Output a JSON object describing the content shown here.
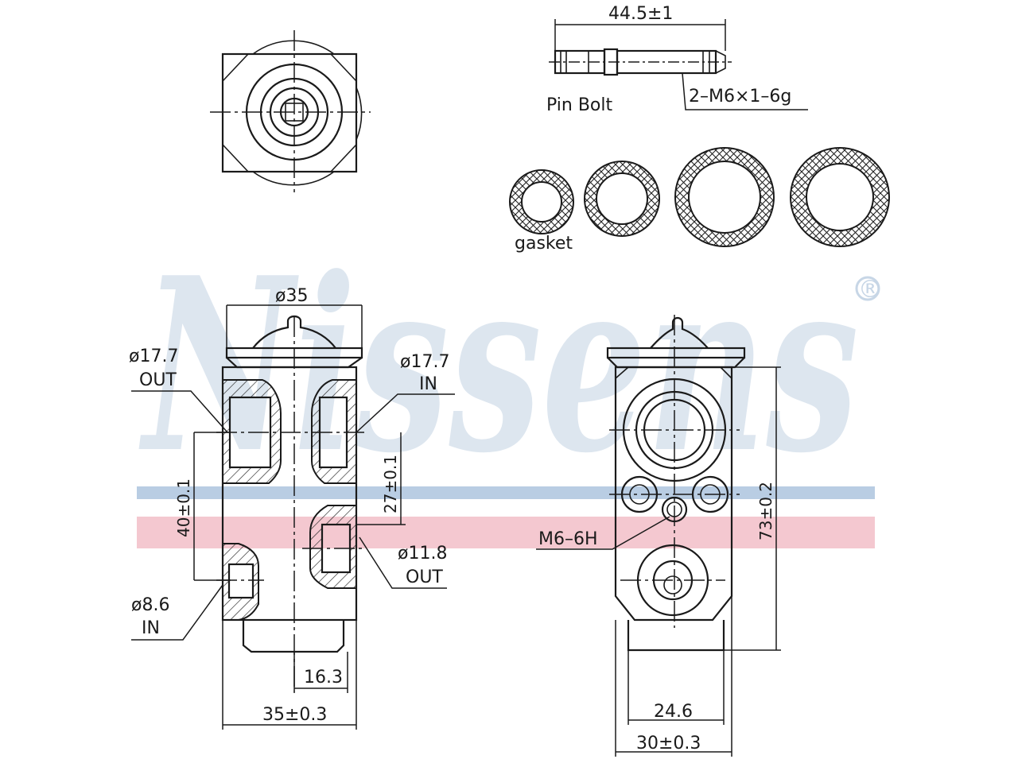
{
  "brand": {
    "watermark": "Nissens",
    "registered_mark": "®",
    "stripe_colors": {
      "blue": "#b9cde3",
      "red": "#f4c8d0",
      "watermark": "#dde6ef"
    }
  },
  "top_view": {},
  "pin_bolt": {
    "length_dim": "44.5±1",
    "name_label": "Pin  Bolt",
    "thread_label": "2–M6×1–6g"
  },
  "gaskets": {
    "label": "gasket",
    "count": 4
  },
  "front_view": {
    "top_diameter": "ø35",
    "out_port_dim": "ø17.7",
    "out_port_label": "OUT",
    "in_port_dim": "ø17.7",
    "in_port_label": "IN",
    "dim_40": "40±0.1",
    "dim_27": "27±0.1",
    "small_out_dim": "ø11.8",
    "small_out_label": "OUT",
    "small_in_dim": "ø8.6",
    "small_in_label": "IN",
    "dim_16": "16.3",
    "width_dim": "35±0.3"
  },
  "side_view": {
    "thread_label": "M6–6H",
    "height_dim": "73±0.2",
    "inner_width_dim": "24.6",
    "width_dim": "30±0.3"
  }
}
